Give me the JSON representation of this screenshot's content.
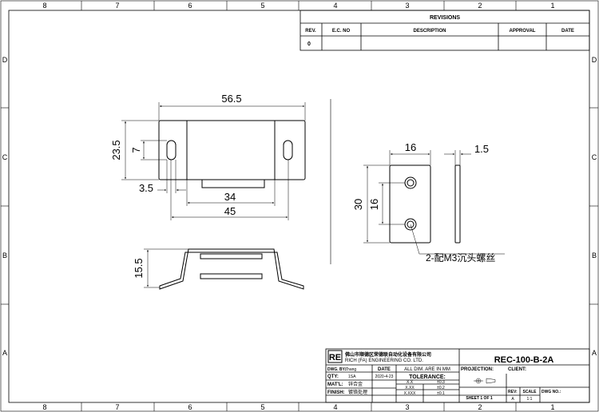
{
  "border": {
    "top_columns": [
      "8",
      "7",
      "6",
      "5",
      "4",
      "3",
      "2",
      "1"
    ],
    "bottom_columns": [
      "8",
      "7",
      "6",
      "5",
      "4",
      "3",
      "2",
      "1"
    ],
    "left_rows": [
      "D",
      "C",
      "B",
      "A"
    ],
    "right_rows": [
      "D",
      "C",
      "B",
      "A"
    ]
  },
  "revisions": {
    "title": "REVISIONS",
    "headers": {
      "rev": "REV.",
      "ec_no": "E.C. NO",
      "description": "DESCRIPTION",
      "approval": "APPROVAL",
      "date": "DATE"
    },
    "rows": [
      {
        "rev": "0",
        "ec_no": "",
        "description": "",
        "approval": "",
        "date": ""
      }
    ]
  },
  "dimensions": {
    "front_width": "56.5",
    "front_height": "23.5",
    "slot_height": "7",
    "slot_offset": "3.5",
    "inner_width": "34",
    "slot_spacing": "45",
    "side_height": "15.5",
    "plate_width": "16",
    "plate_thickness": "1.5",
    "plate_height": "30",
    "hole_spacing": "16"
  },
  "callout": {
    "screw_note": "2-配M3沉头螺丝"
  },
  "title_block": {
    "logo": "RE",
    "company_cn": "佛山市顺德区荣德联自动化设备有限公司",
    "company_en": "RICH (FA) ENGINEERING CO. LTD.",
    "drawing_number": "REC-100-B-2A",
    "dwg_by_label": "DWG. BY:",
    "dwg_by_value": "Zhang",
    "date_label": "DATE",
    "date_value": "2020-4-23",
    "all_dim_note": "ALL DIM. ARE IN MM",
    "qty_label": "QTY:",
    "qty_value": "1SA",
    "tolerance_title": "TOLERANCE:",
    "tolerances": [
      {
        "format": "X.X",
        "value": "±0.3"
      },
      {
        "format": "X.XX",
        "value": "±0.2"
      },
      {
        "format": "X.XXX",
        "value": "±0.1"
      }
    ],
    "matl_label": "MAT'L:",
    "matl_value": "锌合金",
    "finish_label": "FINISH:",
    "finish_value": "镀铬处理",
    "projection_label": "PROJECTION:",
    "client_label": "CLIENT:",
    "sheet_label": "SHEET 1 OF 1",
    "rev_label": "REV:",
    "rev_value": "A",
    "scale_label": "SCALE",
    "scale_value": "1:1",
    "dwg_no_label": "DWG NO.:"
  }
}
